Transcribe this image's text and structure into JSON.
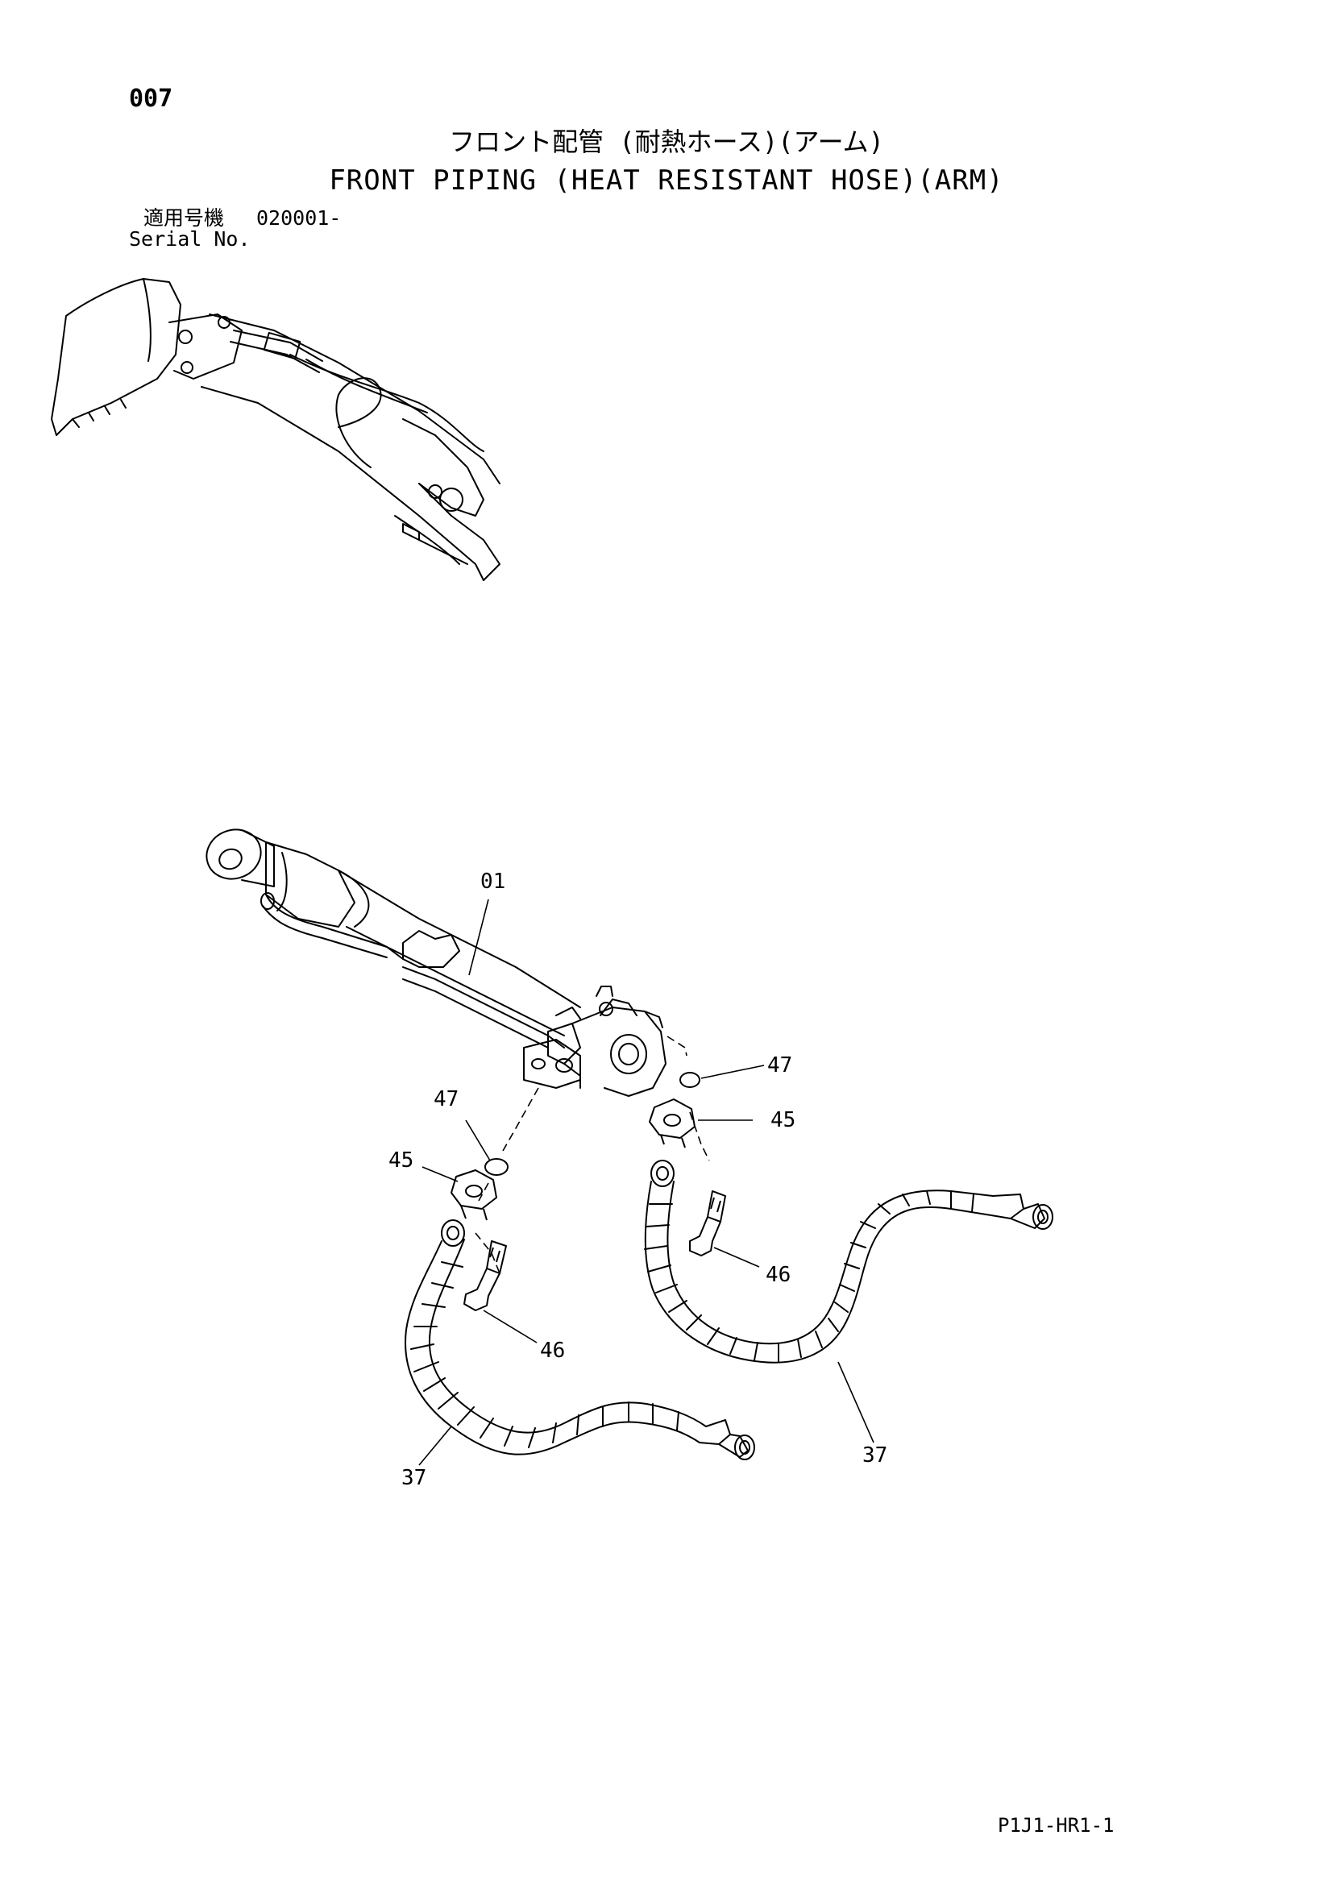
{
  "header": {
    "page_number": "007",
    "title_jp": "フロント配管 (耐熱ホース)(アーム)",
    "title_en": "FRONT PIPING (HEAT RESISTANT HOSE)(ARM)",
    "serial_label_jp": "適用号機",
    "serial_value": "020001-",
    "serial_label_en": "Serial No."
  },
  "callouts": {
    "c01": "01",
    "c47a": "47",
    "c47b": "47",
    "c45a": "45",
    "c45b": "45",
    "c46a": "46",
    "c46b": "46",
    "c37a": "37",
    "c37b": "37"
  },
  "footer": {
    "page_code": "P1J1-HR1-1"
  },
  "colors": {
    "ink": "#000000",
    "paper": "#ffffff"
  }
}
